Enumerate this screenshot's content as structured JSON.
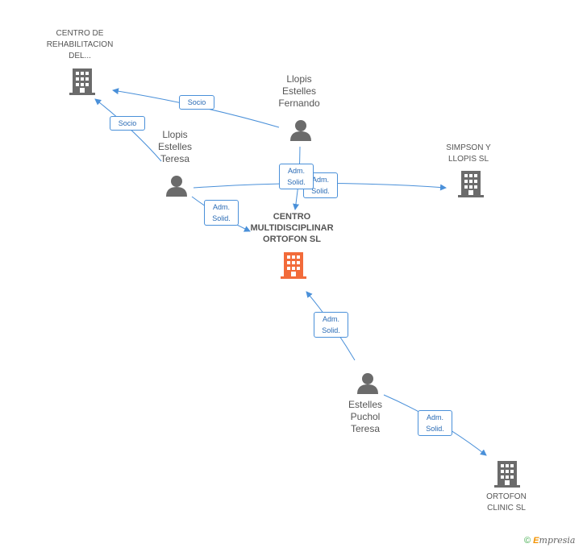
{
  "nodes": {
    "centro_rehab": {
      "lines": [
        "CENTRO DE",
        "REHABILITACION",
        "DEL..."
      ]
    },
    "fernando": {
      "lines": [
        "Llopis",
        "Estelles",
        "Fernando"
      ]
    },
    "teresa_llopis": {
      "lines": [
        "Llopis",
        "Estelles",
        "Teresa"
      ]
    },
    "simpson": {
      "lines": [
        "SIMPSON Y",
        "LLOPIS SL"
      ]
    },
    "centro_multi": {
      "lines": [
        "CENTRO",
        "MULTIDISCIPLINAR",
        "ORTOFON SL"
      ]
    },
    "teresa_puchol": {
      "lines": [
        "Estelles",
        "Puchol",
        "Teresa"
      ]
    },
    "ortofon_clinic": {
      "lines": [
        "ORTOFON",
        "CLINIC SL"
      ]
    }
  },
  "edges": {
    "fernando_rehab": {
      "lines": [
        "Socio"
      ]
    },
    "teresa_rehab": {
      "lines": [
        "Socio"
      ]
    },
    "fernando_multi": {
      "lines": [
        "Adm.",
        "Solid."
      ]
    },
    "teresa_simpson": {
      "lines": [
        "Adm.",
        "Solid."
      ]
    },
    "teresa_multi": {
      "lines": [
        "Adm.",
        "Solid."
      ]
    },
    "puchol_multi": {
      "lines": [
        "Adm.",
        "Solid."
      ]
    },
    "puchol_clinic": {
      "lines": [
        "Adm.",
        "Solid."
      ]
    }
  },
  "colors": {
    "edge": "#4a90d9",
    "icon_gray": "#6b6b6b",
    "icon_highlight": "#f26b3a"
  },
  "footer": {
    "copyright_symbol": "©",
    "brand_initial": "E",
    "brand_rest": "mpresia"
  }
}
